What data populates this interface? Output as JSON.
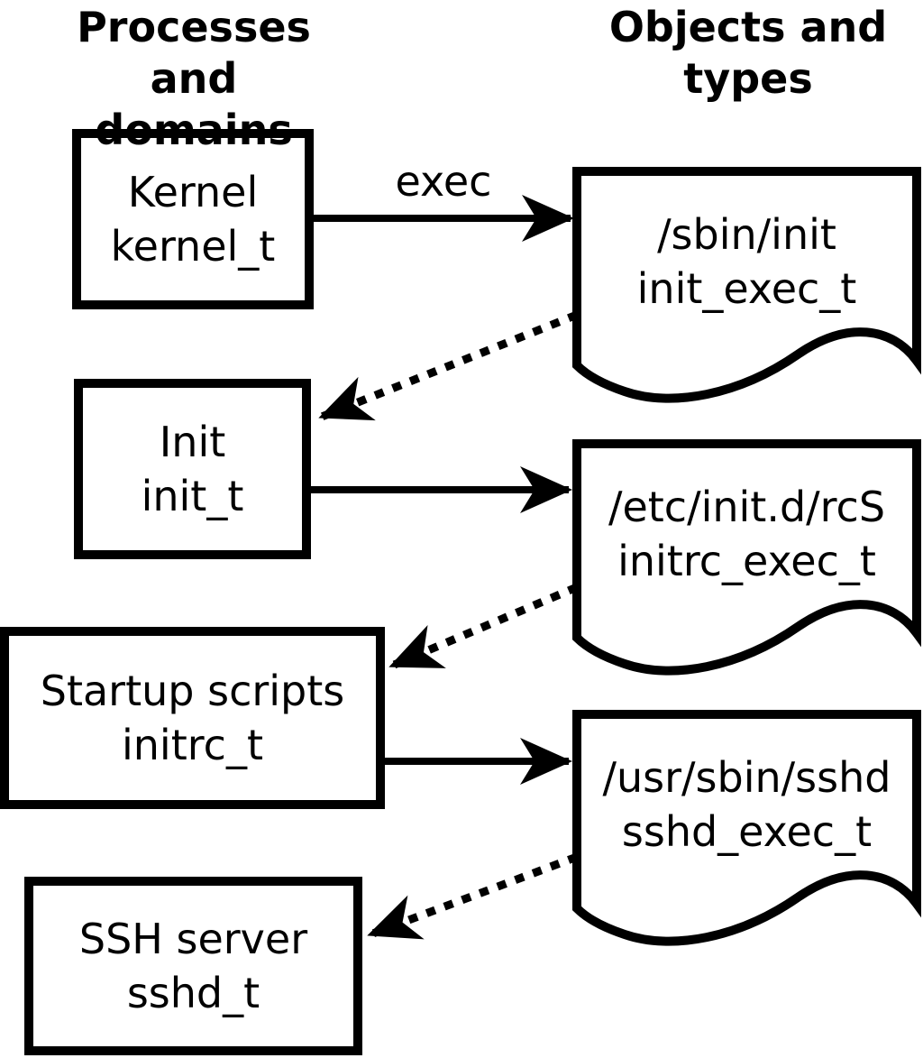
{
  "diagram": {
    "title_left": "Processes and domains",
    "title_right": "Objects and types",
    "exec_label": "exec",
    "processes": [
      {
        "name": "Kernel",
        "domain": "kernel_t"
      },
      {
        "name": "Init",
        "domain": "init_t"
      },
      {
        "name": "Startup scripts",
        "domain": "initrc_t"
      },
      {
        "name": "SSH server",
        "domain": "sshd_t"
      }
    ],
    "objects": [
      {
        "path": "/sbin/init",
        "type": "init_exec_t"
      },
      {
        "path": "/etc/init.d/rcS",
        "type": "initrc_exec_t"
      },
      {
        "path": "/usr/sbin/sshd",
        "type": "sshd_exec_t"
      }
    ],
    "colors": {
      "stroke": "#000000",
      "background": "#ffffff",
      "text": "#000000"
    }
  }
}
